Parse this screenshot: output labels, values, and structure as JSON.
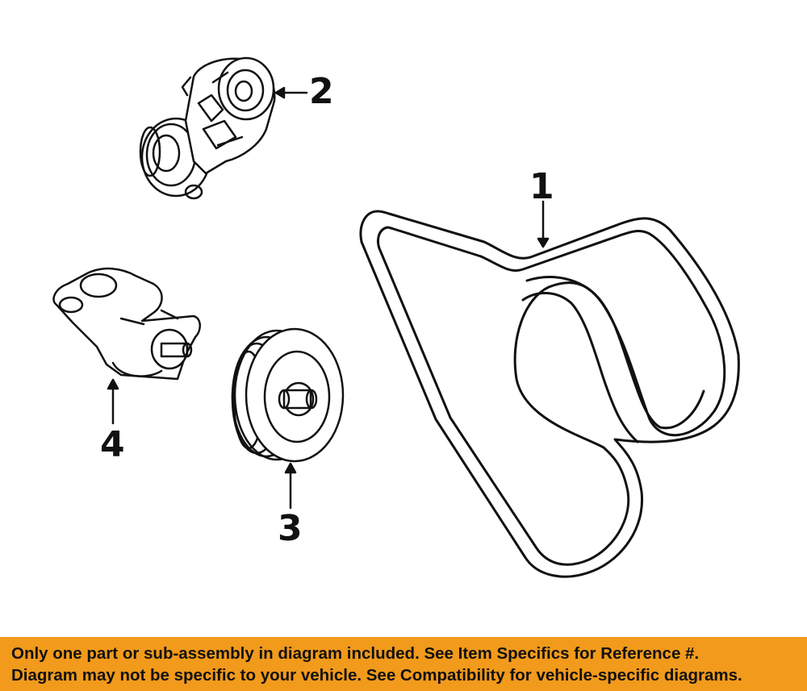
{
  "callouts": {
    "belt": "1",
    "tensioner": "2",
    "idler_pulley": "3",
    "power_steering_pump": "4"
  },
  "disclaimer": {
    "line1": "Only one part or sub-assembly in diagram included. See Item Specifics for Reference #.",
    "line2": "Diagram may not be specific to your vehicle. See Compatibility for vehicle-specific diagrams."
  },
  "colors": {
    "banner": "#f29a1b",
    "line": "#111111",
    "background": "#ffffff"
  }
}
